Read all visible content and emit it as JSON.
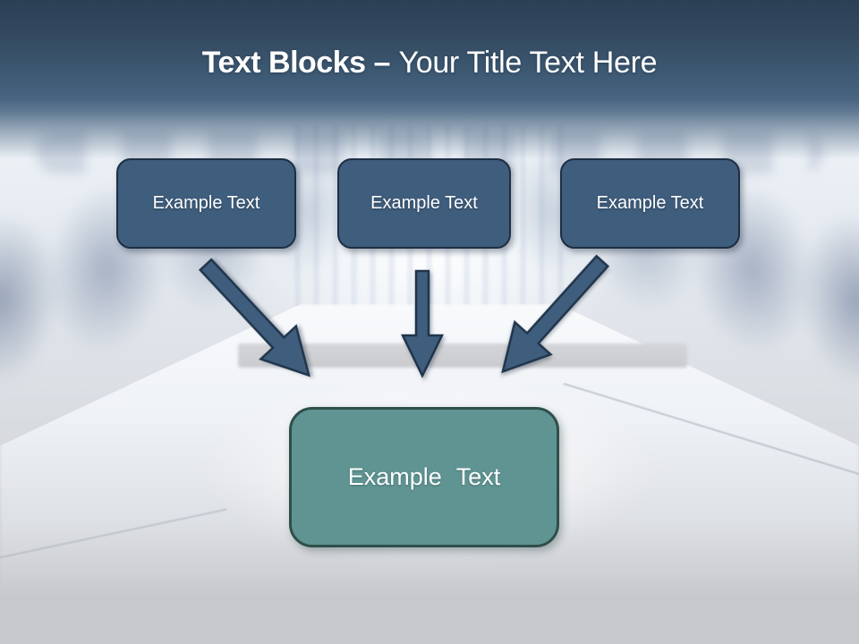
{
  "slide": {
    "title": {
      "bold": "Text Blocks",
      "separator": "–",
      "regular": "Your Title Text Here"
    }
  },
  "diagram": {
    "source_blocks": [
      {
        "label": "Example Text"
      },
      {
        "label": "Example Text"
      },
      {
        "label": "Example Text"
      }
    ],
    "arrows": [
      {
        "icon": "arrow-down-right-icon"
      },
      {
        "icon": "arrow-down-icon"
      },
      {
        "icon": "arrow-down-left-icon"
      }
    ],
    "result_block": {
      "label": "Example Text"
    }
  },
  "colors": {
    "header_top": "#2b4055",
    "header_bottom": "#476480",
    "block_fill": "#3f5d7c",
    "block_border": "#1d2f44",
    "arrow_fill": "#3f5d7c",
    "arrow_outline": "#20354b",
    "result_fill": "#5f9492",
    "result_border": "#2f4f4a",
    "title_text": "#ffffff",
    "block_text": "#ffffff",
    "footer_gray": "#c6c8cb"
  }
}
